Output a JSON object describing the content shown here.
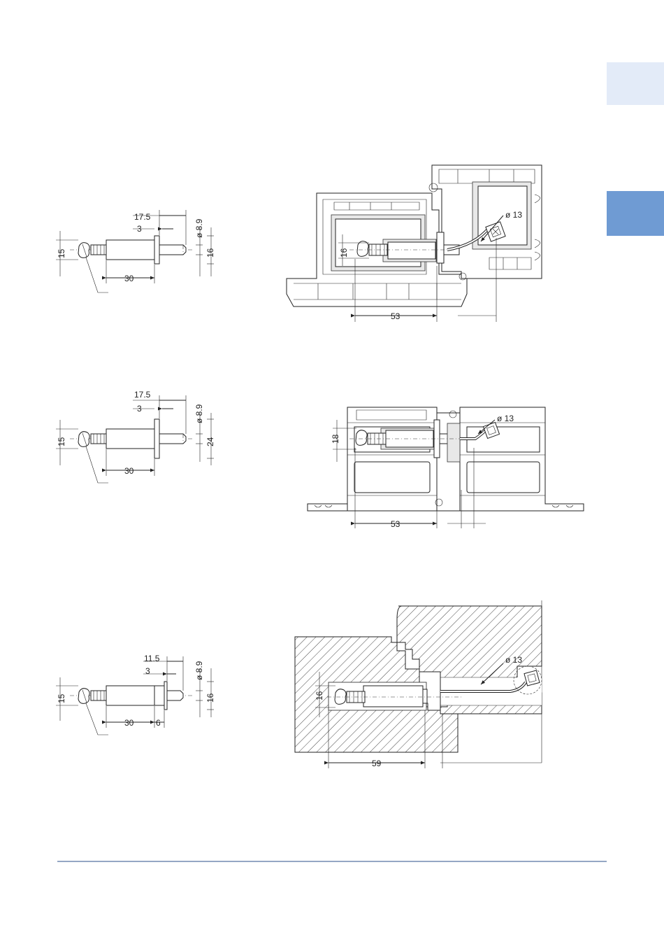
{
  "colors": {
    "tab_light": "#e3ebf8",
    "tab_dark": "#6f9bd3",
    "footer_rule": "#2b4f8a"
  },
  "side_tabs": [
    {
      "name": "tab-upper",
      "label": ""
    },
    {
      "name": "tab-lower",
      "label": ""
    }
  ],
  "rows": [
    {
      "detail": {
        "d1": "17.5",
        "d2": "3",
        "bore": "ø 8.9",
        "height": "15",
        "collar": "16",
        "length": "30"
      },
      "section": {
        "cable": "ø 13",
        "housing": "16",
        "depth": "53"
      }
    },
    {
      "detail": {
        "d1": "17.5",
        "d2": "3",
        "bore": "ø 8.9",
        "height": "15",
        "collar": "24",
        "length": "30"
      },
      "section": {
        "cable": "ø 13",
        "housing": "18",
        "depth": "53"
      }
    },
    {
      "detail": {
        "d1": "11.5",
        "d2": "3",
        "bore": "ø 8.9",
        "height": "15",
        "collar": "16",
        "length": "30",
        "extra": "6"
      },
      "section": {
        "cable": "ø 13",
        "housing": "16",
        "depth": "59"
      }
    }
  ]
}
